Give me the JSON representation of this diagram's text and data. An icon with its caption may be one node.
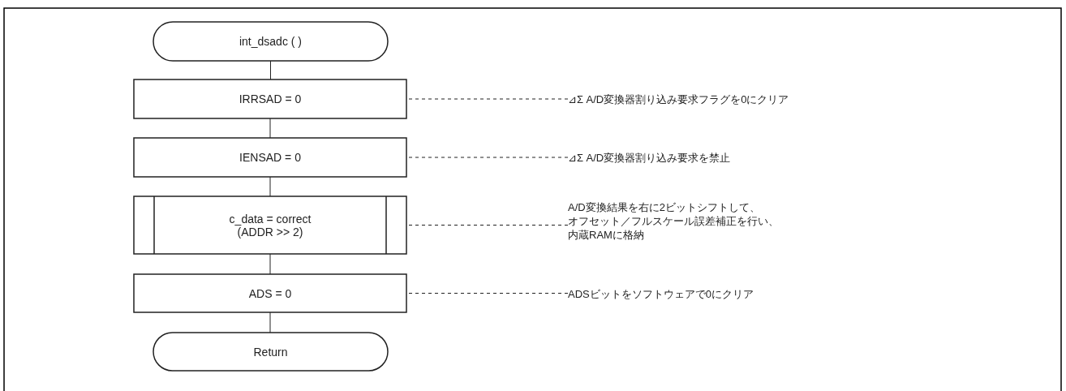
{
  "diagram": {
    "nodes": [
      {
        "text": [
          "int_dsadc ( )"
        ]
      },
      {
        "text": [
          "IRRSAD = 0"
        ]
      },
      {
        "text": [
          "IENSAD = 0"
        ]
      },
      {
        "text": [
          "c_data = correct (ADDR >> 2)"
        ]
      },
      {
        "text": [
          "ADS = 0"
        ]
      },
      {
        "text": [
          "Return"
        ]
      },
      {
        "text": [
          "⊿Σ A/D変換器割り込み要求フラグを0にクリア"
        ]
      },
      {
        "text": [
          "⊿Σ A/D変換器割り込み要求を禁止"
        ]
      },
      {
        "text": [
          "A/D変換結果を右に2ビットシフトして、オフセット／フルスケール誤差補正を行い、内蔵RAMに格納"
        ]
      },
      {
        "text": [
          "ADSビットをソフトウェアで0にクリア"
        ]
      }
    ],
    "edges": [
      {
        "from": 0,
        "to": 1,
        "arrow": "none"
      },
      {
        "from": 1,
        "to": 2,
        "arrow": "none"
      },
      {
        "from": 2,
        "to": 3,
        "arrow": "none"
      },
      {
        "from": 3,
        "to": 4,
        "arrow": "none"
      },
      {
        "from": 4,
        "to": 5,
        "arrow": "none"
      },
      {
        "from": 6,
        "to": 1,
        "arrow": "none",
        "style": "dashed"
      },
      {
        "from": 7,
        "to": 2,
        "arrow": "none",
        "style": "dashed"
      },
      {
        "from": 8,
        "to": 3,
        "arrow": "none",
        "style": "dashed"
      },
      {
        "from": 9,
        "to": 4,
        "arrow": "none",
        "style": "dashed"
      }
    ]
  }
}
